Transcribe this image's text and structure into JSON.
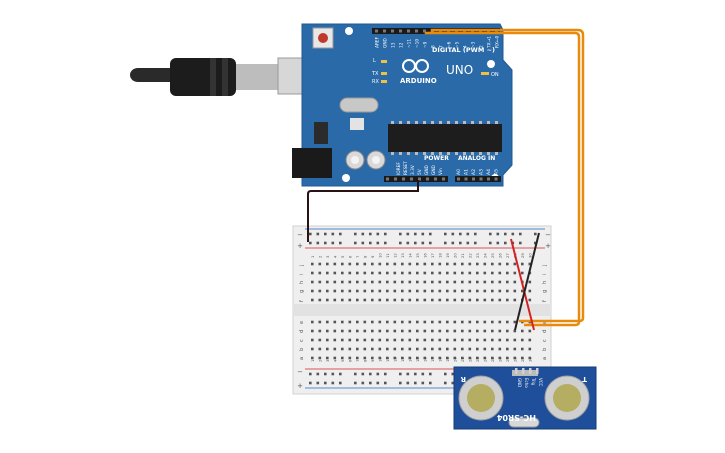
{
  "arduino": {
    "brand": "ARDUINO",
    "model": "UNO",
    "digital_label": "DIGITAL (PWM ~)",
    "power_label": "POWER",
    "analog_label": "ANALOG IN",
    "on_label": "ON",
    "tx_label": "TX",
    "rx_label": "RX",
    "l_label": "L",
    "power_pins": [
      "IOREF",
      "RESET",
      "3.3V",
      "5V",
      "GND",
      "GND",
      "Vin"
    ],
    "analog_pins": [
      "A0",
      "A1",
      "A2",
      "A3",
      "A4",
      "A5"
    ],
    "digital_pins": [
      "AREF",
      "GND",
      "13",
      "12",
      "~11",
      "~10",
      "~9",
      "8",
      "7",
      "~6",
      "~5",
      "4",
      "~3",
      "2",
      "TX→1",
      "RX←0"
    ]
  },
  "sensor": {
    "model": "HC-SR04",
    "pins": [
      "GND",
      "Echo",
      "Trig",
      "VCC"
    ],
    "left_marker": "R",
    "right_marker": "T"
  },
  "breadboard": {
    "row_letters_top": [
      "j",
      "i",
      "h",
      "g",
      "f"
    ],
    "row_letters_bottom": [
      "e",
      "d",
      "c",
      "b",
      "a"
    ],
    "columns": 30,
    "plus": "+",
    "minus": "−"
  },
  "colors": {
    "board": "#2a6aa8",
    "wire_orange": "#e88a0c",
    "wire_red": "#d42222",
    "wire_black": "#222222",
    "sensor_board": "#1f4f9a"
  }
}
